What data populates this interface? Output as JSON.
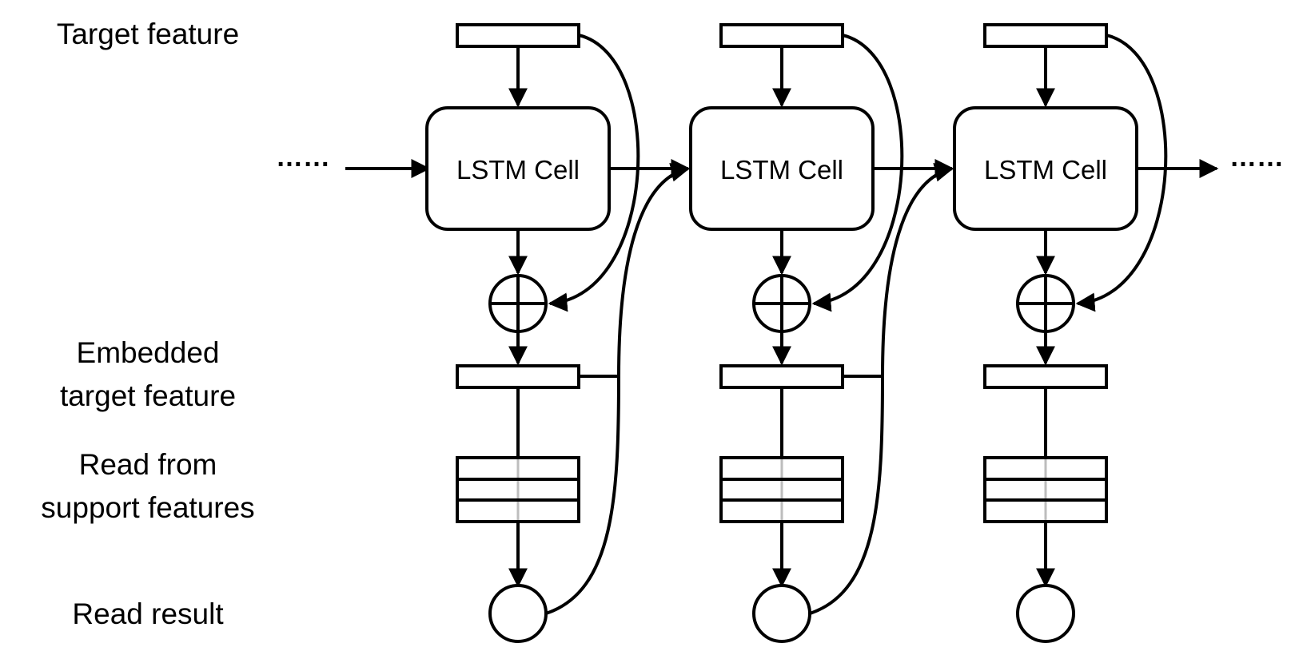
{
  "labels": {
    "target_feature": "Target feature",
    "embedded_line1": "Embedded",
    "embedded_line2": "target feature",
    "read_from_line1": "Read from",
    "read_from_line2": "support features",
    "read_result": "Read result"
  },
  "cell_label": "LSTM Cell",
  "ellipsis": "……",
  "num_steps": 3,
  "colors": {
    "stroke": "#000000",
    "grid_faint": "#bdbdbd",
    "background": "#ffffff"
  }
}
